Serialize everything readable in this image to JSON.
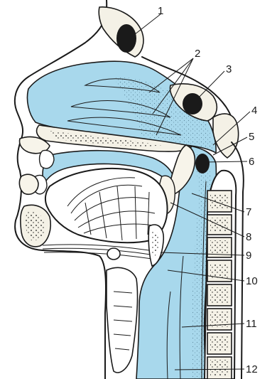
{
  "diagram": {
    "colors": {
      "airway": "#a8d8ec",
      "line": "#1a1a1a",
      "bone": "#f4f1e6",
      "background": "#ffffff"
    },
    "labels": [
      {
        "number": "1"
      },
      {
        "number": "2"
      },
      {
        "number": "3"
      },
      {
        "number": "4"
      },
      {
        "number": "5"
      },
      {
        "number": "6"
      },
      {
        "number": "7"
      },
      {
        "number": "8"
      },
      {
        "number": "9"
      },
      {
        "number": "10"
      },
      {
        "number": "11"
      },
      {
        "number": "12"
      }
    ]
  }
}
